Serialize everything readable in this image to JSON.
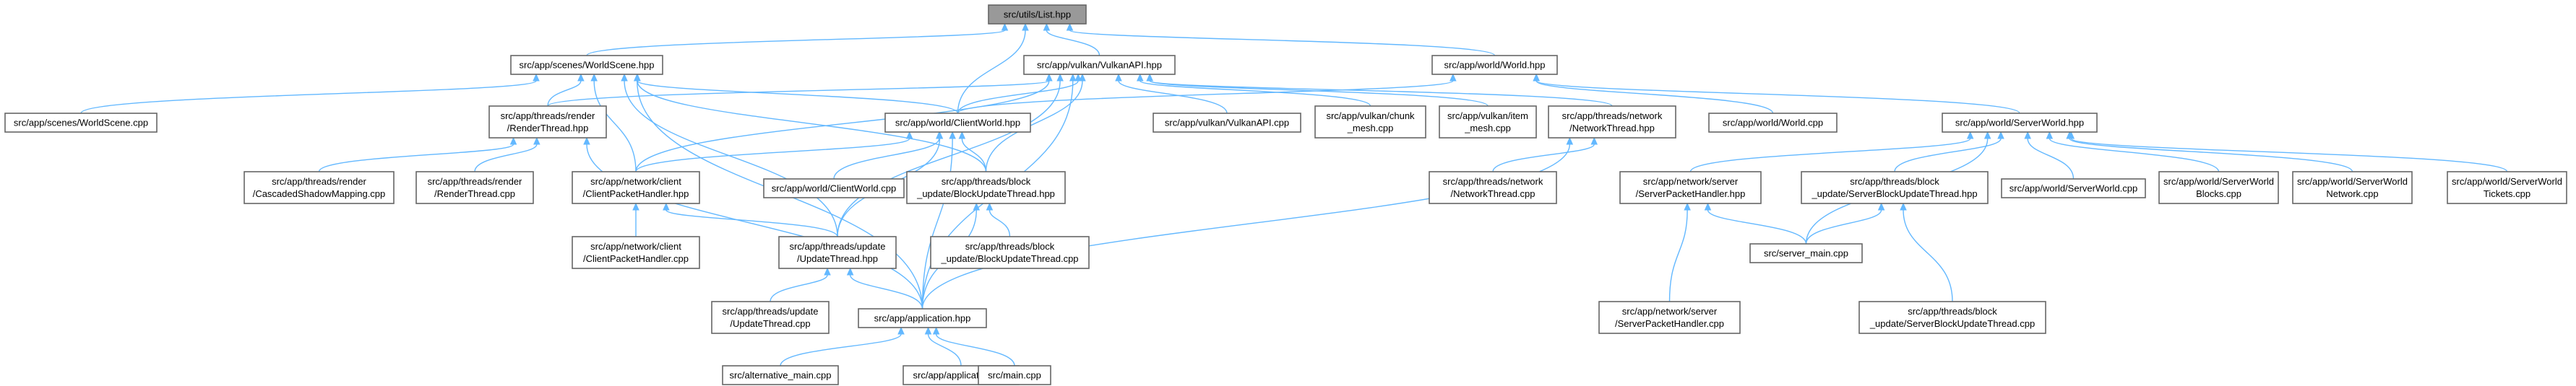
{
  "diagram": {
    "colors": {
      "edge": "#63b8ff",
      "node_border": "#666666",
      "root_fill": "#999999",
      "node_fill": "#ffffff"
    },
    "nodes": [
      {
        "id": "list",
        "lines": [
          "src/utils/List.hpp"
        ],
        "root": true
      },
      {
        "id": "worldscene_hpp",
        "lines": [
          "src/app/scenes/WorldScene.hpp"
        ]
      },
      {
        "id": "vulkanapi_hpp",
        "lines": [
          "src/app/vulkan/VulkanAPI.hpp"
        ]
      },
      {
        "id": "world_hpp",
        "lines": [
          "src/app/world/World.hpp"
        ]
      },
      {
        "id": "worldscene_cpp",
        "lines": [
          "src/app/scenes/WorldScene.cpp"
        ]
      },
      {
        "id": "renderthread_hpp",
        "lines": [
          "src/app/threads/render",
          "/RenderThread.hpp"
        ]
      },
      {
        "id": "clientworld_hpp",
        "lines": [
          "src/app/world/ClientWorld.hpp"
        ]
      },
      {
        "id": "vulkanapi_cpp",
        "lines": [
          "src/app/vulkan/VulkanAPI.cpp"
        ]
      },
      {
        "id": "chunk_mesh_cpp",
        "lines": [
          "src/app/vulkan/chunk",
          "_mesh.cpp"
        ]
      },
      {
        "id": "item_mesh_cpp",
        "lines": [
          "src/app/vulkan/item",
          "_mesh.cpp"
        ]
      },
      {
        "id": "networkthread_hpp",
        "lines": [
          "src/app/threads/network",
          "/NetworkThread.hpp"
        ]
      },
      {
        "id": "world_cpp",
        "lines": [
          "src/app/world/World.cpp"
        ]
      },
      {
        "id": "serverworld_hpp",
        "lines": [
          "src/app/world/ServerWorld.hpp"
        ]
      },
      {
        "id": "cascaded_cpp",
        "lines": [
          "src/app/threads/render",
          "/CascadedShadowMapping.cpp"
        ]
      },
      {
        "id": "renderthread_cpp",
        "lines": [
          "src/app/threads/render",
          "/RenderThread.cpp"
        ]
      },
      {
        "id": "clientpackethandler_hpp",
        "lines": [
          "src/app/network/client",
          "/ClientPacketHandler.hpp"
        ]
      },
      {
        "id": "clientworld_cpp",
        "lines": [
          "src/app/world/ClientWorld.cpp"
        ]
      },
      {
        "id": "blockupdatethread_hpp",
        "lines": [
          "src/app/threads/block",
          "_update/BlockUpdateThread.hpp"
        ]
      },
      {
        "id": "networkthread_cpp",
        "lines": [
          "src/app/threads/network",
          "/NetworkThread.cpp"
        ]
      },
      {
        "id": "serverpackethandler_hpp",
        "lines": [
          "src/app/network/server",
          "/ServerPacketHandler.hpp"
        ]
      },
      {
        "id": "serverblockupdatethread_hpp",
        "lines": [
          "src/app/threads/block",
          "_update/ServerBlockUpdateThread.hpp"
        ]
      },
      {
        "id": "serverworld_cpp",
        "lines": [
          "src/app/world/ServerWorld.cpp"
        ]
      },
      {
        "id": "serverworldblocks_cpp",
        "lines": [
          "src/app/world/ServerWorld",
          "Blocks.cpp"
        ]
      },
      {
        "id": "serverworldnetwork_cpp",
        "lines": [
          "src/app/world/ServerWorld",
          "Network.cpp"
        ]
      },
      {
        "id": "serverworldtickets_cpp",
        "lines": [
          "src/app/world/ServerWorld",
          "Tickets.cpp"
        ]
      },
      {
        "id": "clientpackethandler_cpp",
        "lines": [
          "src/app/network/client",
          "/ClientPacketHandler.cpp"
        ]
      },
      {
        "id": "updatethread_hpp",
        "lines": [
          "src/app/threads/update",
          "/UpdateThread.hpp"
        ]
      },
      {
        "id": "blockupdatethread_cpp",
        "lines": [
          "src/app/threads/block",
          "_update/BlockUpdateThread.cpp"
        ]
      },
      {
        "id": "serverpackethandler_cpp",
        "lines": [
          "src/app/network/server",
          "/ServerPacketHandler.cpp"
        ]
      },
      {
        "id": "server_main_cpp",
        "lines": [
          "src/server_main.cpp"
        ]
      },
      {
        "id": "serverblockupdatethread_cpp",
        "lines": [
          "src/app/threads/block",
          "_update/ServerBlockUpdateThread.cpp"
        ]
      },
      {
        "id": "updatethread_cpp",
        "lines": [
          "src/app/threads/update",
          "/UpdateThread.cpp"
        ]
      },
      {
        "id": "application_hpp",
        "lines": [
          "src/app/application.hpp"
        ]
      },
      {
        "id": "alternative_main_cpp",
        "lines": [
          "src/alternative_main.cpp"
        ]
      },
      {
        "id": "application_cpp",
        "lines": [
          "src/app/application.cpp"
        ]
      },
      {
        "id": "main_cpp",
        "lines": [
          "src/main.cpp"
        ]
      }
    ],
    "edges": [
      [
        "worldscene_hpp",
        "list"
      ],
      [
        "vulkanapi_hpp",
        "list"
      ],
      [
        "world_hpp",
        "list"
      ],
      [
        "clientworld_hpp",
        "list"
      ],
      [
        "worldscene_cpp",
        "worldscene_hpp"
      ],
      [
        "renderthread_hpp",
        "worldscene_hpp"
      ],
      [
        "clientworld_hpp",
        "worldscene_hpp"
      ],
      [
        "clientpackethandler_hpp",
        "worldscene_hpp"
      ],
      [
        "blockupdatethread_hpp",
        "worldscene_hpp"
      ],
      [
        "updatethread_hpp",
        "worldscene_hpp"
      ],
      [
        "application_hpp",
        "worldscene_hpp"
      ],
      [
        "renderthread_hpp",
        "vulkanapi_hpp"
      ],
      [
        "clientworld_hpp",
        "vulkanapi_hpp"
      ],
      [
        "vulkanapi_cpp",
        "vulkanapi_hpp"
      ],
      [
        "chunk_mesh_cpp",
        "vulkanapi_hpp"
      ],
      [
        "item_mesh_cpp",
        "vulkanapi_hpp"
      ],
      [
        "networkthread_hpp",
        "vulkanapi_hpp"
      ],
      [
        "clientpackethandler_hpp",
        "vulkanapi_hpp"
      ],
      [
        "blockupdatethread_hpp",
        "vulkanapi_hpp"
      ],
      [
        "updatethread_hpp",
        "vulkanapi_hpp"
      ],
      [
        "application_hpp",
        "vulkanapi_hpp"
      ],
      [
        "clientworld_hpp",
        "world_hpp"
      ],
      [
        "world_cpp",
        "world_hpp"
      ],
      [
        "serverworld_hpp",
        "world_hpp"
      ],
      [
        "cascaded_cpp",
        "renderthread_hpp"
      ],
      [
        "renderthread_cpp",
        "renderthread_hpp"
      ],
      [
        "application_hpp",
        "renderthread_hpp"
      ],
      [
        "clientpackethandler_hpp",
        "clientworld_hpp"
      ],
      [
        "clientworld_cpp",
        "clientworld_hpp"
      ],
      [
        "blockupdatethread_hpp",
        "clientworld_hpp"
      ],
      [
        "updatethread_hpp",
        "clientworld_hpp"
      ],
      [
        "application_hpp",
        "clientworld_hpp"
      ],
      [
        "networkthread_cpp",
        "networkthread_hpp"
      ],
      [
        "application_hpp",
        "networkthread_hpp"
      ],
      [
        "serverpackethandler_hpp",
        "serverworld_hpp"
      ],
      [
        "serverblockupdatethread_hpp",
        "serverworld_hpp"
      ],
      [
        "serverworld_cpp",
        "serverworld_hpp"
      ],
      [
        "serverworldblocks_cpp",
        "serverworld_hpp"
      ],
      [
        "serverworldnetwork_cpp",
        "serverworld_hpp"
      ],
      [
        "serverworldtickets_cpp",
        "serverworld_hpp"
      ],
      [
        "server_main_cpp",
        "serverworld_hpp"
      ],
      [
        "clientpackethandler_cpp",
        "clientpackethandler_hpp"
      ],
      [
        "updatethread_hpp",
        "clientpackethandler_hpp"
      ],
      [
        "blockupdatethread_cpp",
        "blockupdatethread_hpp"
      ],
      [
        "application_hpp",
        "blockupdatethread_hpp"
      ],
      [
        "serverpackethandler_cpp",
        "serverpackethandler_hpp"
      ],
      [
        "server_main_cpp",
        "serverpackethandler_hpp"
      ],
      [
        "server_main_cpp",
        "serverblockupdatethread_hpp"
      ],
      [
        "serverblockupdatethread_cpp",
        "serverblockupdatethread_hpp"
      ],
      [
        "updatethread_cpp",
        "updatethread_hpp"
      ],
      [
        "application_hpp",
        "updatethread_hpp"
      ],
      [
        "alternative_main_cpp",
        "application_hpp"
      ],
      [
        "application_cpp",
        "application_hpp"
      ],
      [
        "main_cpp",
        "application_hpp"
      ]
    ]
  }
}
